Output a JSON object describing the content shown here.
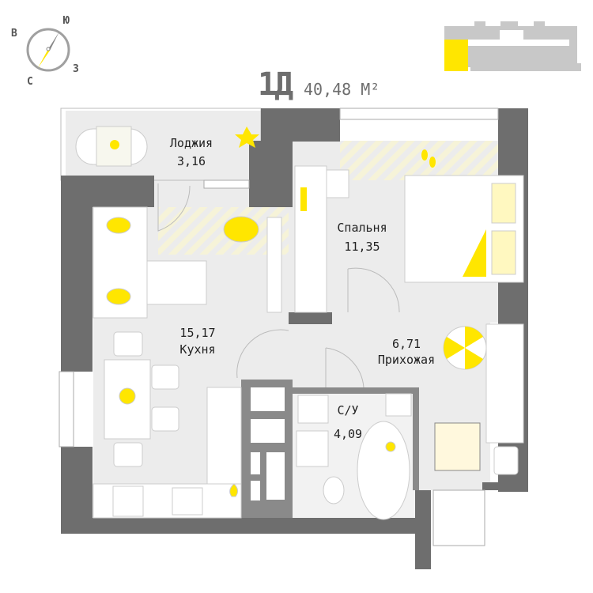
{
  "header": {
    "apartment_type": "1Д",
    "total_area": "40,48 М²"
  },
  "compass": {
    "north": "Ю",
    "east": "З",
    "south": "С",
    "west": "В"
  },
  "rooms": [
    {
      "name": "Лоджия",
      "area": "3,16"
    },
    {
      "name": "Спальня",
      "area": "11,35"
    },
    {
      "name": "Кухня",
      "area": "15,17"
    },
    {
      "name": "Прихожая",
      "area": "6,71"
    },
    {
      "name": "С/У",
      "area": "4,09"
    }
  ],
  "colors": {
    "wall": "#6e6e6e",
    "floor": "#ececec",
    "accent": "#ffe600",
    "furniture": "#ffffff",
    "building": "#c8c8c8"
  }
}
